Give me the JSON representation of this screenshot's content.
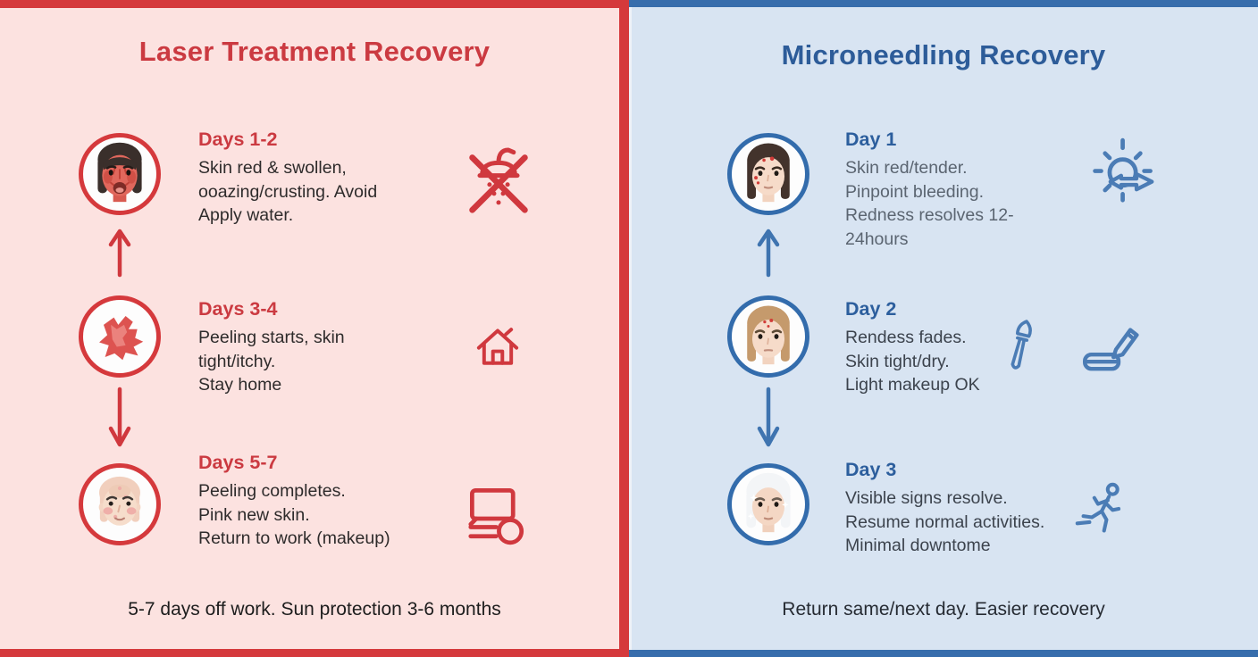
{
  "left_panel": {
    "title": "Laser Treatment Recovery",
    "accent_color": "#d5393c",
    "background_color": "#fce2e0",
    "stages": [
      {
        "label": "Days 1-2",
        "lines": [
          "Skin red & swollen,",
          "ooazing/crusting. Avoid",
          "Apply water."
        ],
        "face_icon": "red-swollen-face-icon",
        "side_icon": "no-shower-icon"
      },
      {
        "label": "Days 3-4",
        "lines": [
          "Peeling starts, skin",
          "tight/itchy.",
          "Stay home"
        ],
        "face_icon": "peeling-skin-icon",
        "side_icon": "home-icon"
      },
      {
        "label": "Days 5-7",
        "lines": [
          "Peeling completes.",
          "Pink new skin.",
          "Return to work (makeup)"
        ],
        "face_icon": "healed-pink-face-icon",
        "side_icon": "work-screen-icon"
      }
    ],
    "footer": "5-7 days off work. Sun protection 3-6 months"
  },
  "right_panel": {
    "title": "Microneedling Recovery",
    "accent_color": "#376dac",
    "background_color": "#d8e4f2",
    "stages": [
      {
        "label": "Day 1",
        "lines": [
          "Skin red/tender.",
          "Pinpoint bleeding.",
          "Redness resolves 12-",
          "24hours"
        ],
        "face_icon": "pinpoint-red-dots-face-icon",
        "side_icon": "sun-arrow-icon"
      },
      {
        "label": "Day 2",
        "lines": [
          "Rendess fades.",
          "Skin tight/dry.",
          "Light makeup OK"
        ],
        "face_icon": "fading-redness-face-icon",
        "side_icon": "makeup-brush-icon,eyeliner-case-icon"
      },
      {
        "label": "Day 3",
        "lines": [
          "Visible signs resolve.",
          "Resume normal activities.",
          "Minimal downtome"
        ],
        "face_icon": "glowing-face-icon",
        "side_icon": "running-person-icon"
      }
    ],
    "footer": "Return same/next day. Easier recovery"
  }
}
